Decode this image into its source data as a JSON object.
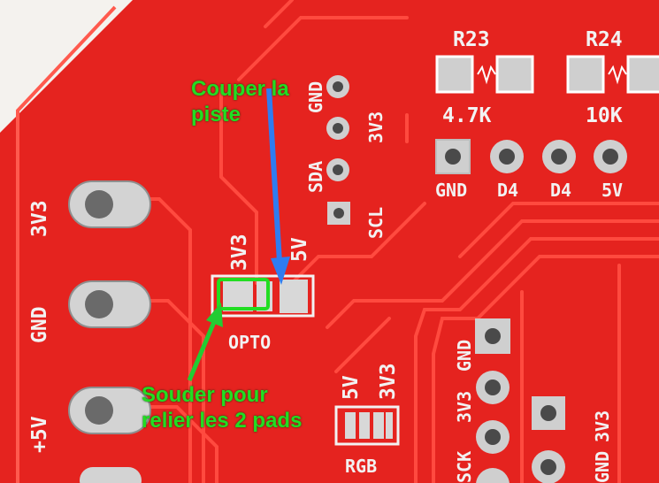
{
  "board": {
    "colors": {
      "pcb": "#e5231f",
      "trace": "#ff4a3f",
      "silkscreen": "#f2f2f2",
      "pad": "#c9c9c9",
      "annotation_text": "#22dd22",
      "annotation_box": "#22dd22",
      "arrow_cut": "#2f7cf0",
      "arrow_solder": "#22cc33"
    },
    "resistors": [
      {
        "ref": "R23",
        "value": "4.7K"
      },
      {
        "ref": "R24",
        "value": "10K"
      }
    ],
    "header_top": [
      "GND",
      "D4",
      "D4",
      "5V"
    ],
    "i2c": [
      "GND",
      "3V3",
      "SDA",
      "SCL"
    ],
    "left_pads": [
      "3V3",
      "GND",
      "+5V"
    ],
    "jumper_opto": {
      "left": "3V3",
      "right": "5V",
      "name": "OPTO"
    },
    "jumper_rgb": {
      "left": "5V",
      "right": "3V3",
      "name": "RGB"
    },
    "spi": [
      "GND",
      "3V3",
      "SCK"
    ],
    "right_header": [
      "3V3",
      "GND"
    ]
  },
  "annotations": {
    "cut_line1": "Couper la",
    "cut_line2": "piste",
    "solder_line1": "Souder pour",
    "solder_line2": "relier les 2 pads"
  }
}
